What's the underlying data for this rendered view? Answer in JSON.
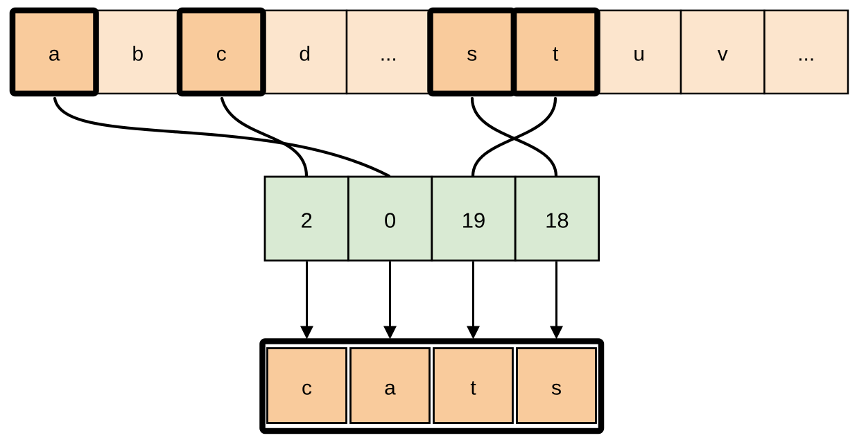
{
  "diagram": {
    "alphabet_row": {
      "cells": [
        {
          "label": "a",
          "highlighted": true
        },
        {
          "label": "b",
          "highlighted": false
        },
        {
          "label": "c",
          "highlighted": true
        },
        {
          "label": "d",
          "highlighted": false
        },
        {
          "label": "...",
          "highlighted": false
        },
        {
          "label": "s",
          "highlighted": true
        },
        {
          "label": "t",
          "highlighted": true
        },
        {
          "label": "u",
          "highlighted": false
        },
        {
          "label": "v",
          "highlighted": false
        },
        {
          "label": "...",
          "highlighted": false
        }
      ]
    },
    "index_row": {
      "cells": [
        {
          "label": "2"
        },
        {
          "label": "0"
        },
        {
          "label": "19"
        },
        {
          "label": "18"
        }
      ]
    },
    "output_row": {
      "cells": [
        {
          "label": "c"
        },
        {
          "label": "a"
        },
        {
          "label": "t"
        },
        {
          "label": "s"
        }
      ]
    },
    "connections": [
      {
        "from": "a",
        "to": "0"
      },
      {
        "from": "c",
        "to": "2"
      },
      {
        "from": "s",
        "to": "18"
      },
      {
        "from": "t",
        "to": "19"
      }
    ],
    "colors": {
      "cell_default_fill": "#fce5cd",
      "cell_highlight_fill": "#f9cb9c",
      "index_cell_fill": "#d9ead3",
      "stroke": "#000000",
      "background": "#ffffff"
    }
  }
}
